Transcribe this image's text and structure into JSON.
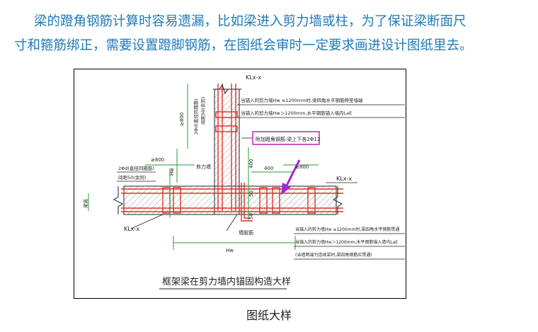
{
  "paragraph": {
    "line1": "梁的蹬角钢筋计算时容易遗漏，比如梁进入剪力墙或柱，为了保证梁断面尺",
    "line2": "寸和箍筋绑正，需要设置蹬脚钢筋，在图纸会审时一定要求画进设计图纸里去。"
  },
  "drawing": {
    "label_klx_top": "KLx-x",
    "label_klx_right": "KLx-x",
    "label_klx_left": "KLx-x",
    "note_top1": "当锚入的剪力墙Hw ≤1200mm时,梁四角水平钢筋伸至墙端",
    "note_top2": "当锚入的剪力墙Hw＞1200mm,水平钢筋锚入墙内LaE",
    "note_highlight": "附加蹬角钢筋:梁上下各2Φ12",
    "note_bot1": "当锚入的剪力墙Hw ≤1200mm时,梁四角水平钢筋贯通",
    "note_bot2": "当锚入的剪力墙Hw＞1200mm,水平钢筋锚入墙内LaE",
    "note_bot3": "(当墙两端为连续梁时,梁四角钢筋应贯通)",
    "dim_800_vert": "≥800",
    "dim_800_left": "≥800",
    "dim_800_right": "≥800",
    "dim_400_vert": "400",
    "dim_400_h": "400",
    "dim_50_a": "50",
    "dim_50_b": "50",
    "label_hw_vert": "Hw",
    "label_hw_bottom": "Hw",
    "label_shear_wall": "剪力墙",
    "label_wall_bars": "墙股筋",
    "label_stirrup_vert": "2Φd(直径同箍筋)",
    "label_spacing_vert": "间距50(余同)",
    "label_stirrup_left": "2Φd(直径同箍筋)",
    "label_spacing_left": "间距50(余同)",
    "label_beam_height": "梁高",
    "title": "框架梁在剪力墙内锚固构造大样"
  },
  "caption": "图纸大样",
  "colors": {
    "paragraph_text": "#1f7ab8",
    "rebar_red": "#e0302a",
    "highlight_magenta": "#c030c0",
    "arrow_purple": "#9b2bd6",
    "dimension_green": "#2a9a3a",
    "hatch_gray": "#8a8a8a"
  }
}
